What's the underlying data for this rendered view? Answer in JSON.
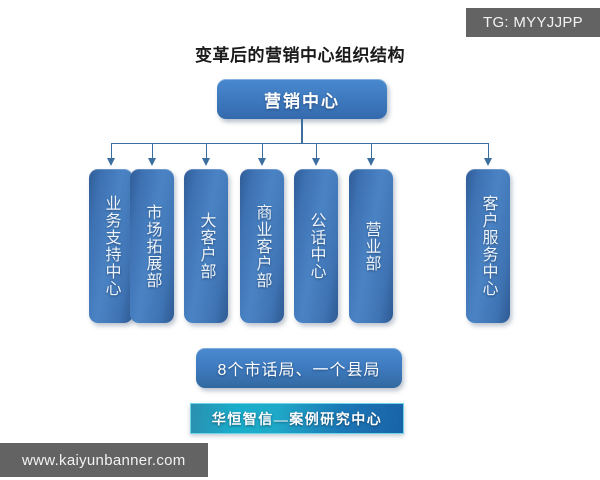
{
  "page": {
    "title": "变革后的营销中心组织结构",
    "background_color": "#ffffff"
  },
  "watermarks": {
    "top_right": "TG: MYYJJPP",
    "bottom_left": "www.kaiyunbanner.com",
    "bar_color": "#636363",
    "text_color": "#f2f2f2"
  },
  "org_chart": {
    "type": "hierarchy",
    "accent_color": "#3f7bc0",
    "connector_color": "#3c6e9f",
    "root": {
      "label": "营销中心"
    },
    "departments": [
      {
        "label": "业务支持中心"
      },
      {
        "label": "市场拓展部"
      },
      {
        "label": "大客户部"
      },
      {
        "label": "商业客户部"
      },
      {
        "label": "公话中心"
      },
      {
        "label": "营业部"
      },
      {
        "label": "客户服务中心"
      }
    ],
    "footer_node": {
      "label": "8个市话局、一个县局"
    }
  },
  "credit": {
    "label": "华恒智信—案例研究中心",
    "gradient_from": "#18aecb",
    "gradient_to": "#1963a8"
  }
}
